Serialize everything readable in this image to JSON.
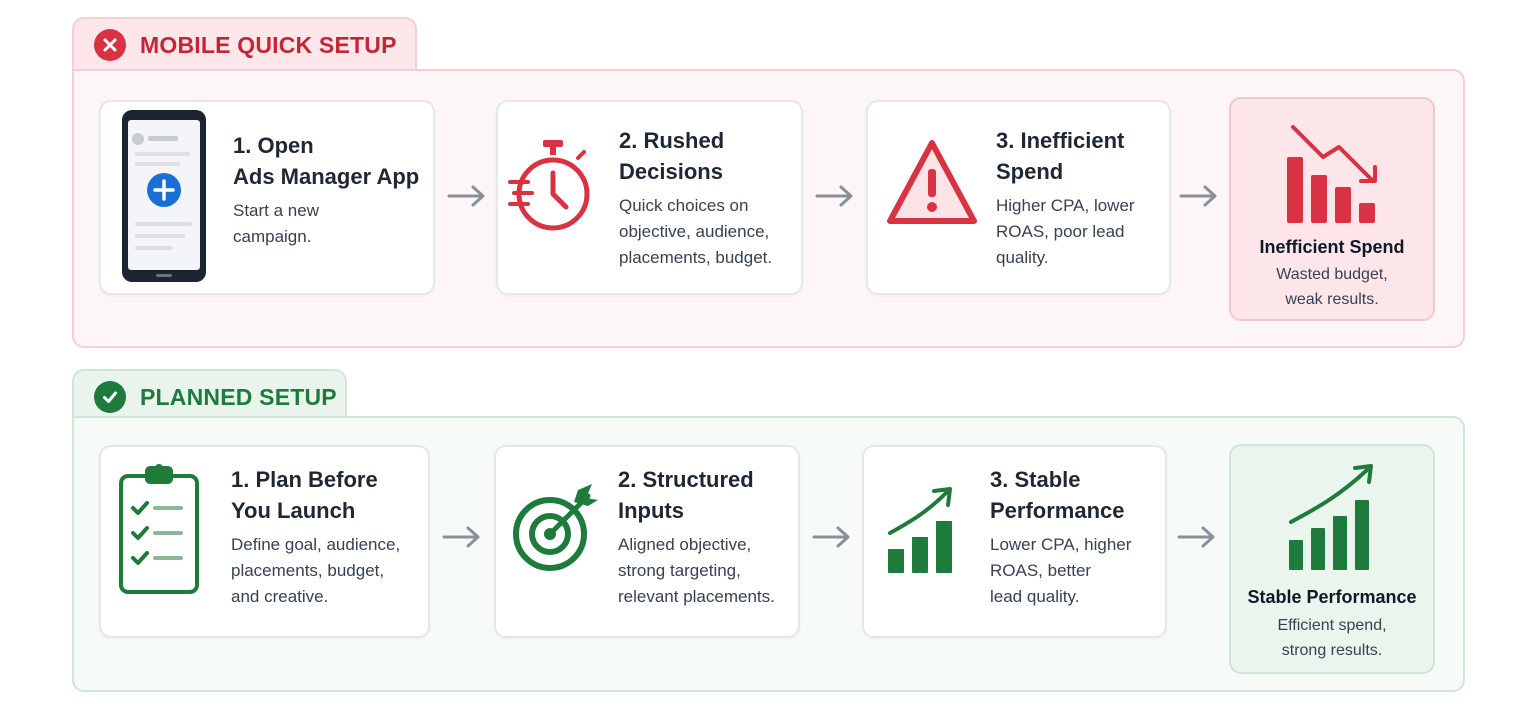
{
  "mobile": {
    "tab_label": "MOBILE QUICK SETUP",
    "steps": [
      {
        "title_line1": "1. Open",
        "title_line2": "Ads Manager App",
        "desc_line1": "Start a new",
        "desc_line2": "campaign.",
        "desc_line3": ""
      },
      {
        "title_line1": "2. Rushed",
        "title_line2": "Decisions",
        "desc_line1": "Quick choices on",
        "desc_line2": "objective, audience,",
        "desc_line3": "placements, budget."
      },
      {
        "title_line1": "3. Inefficient",
        "title_line2": "Spend",
        "desc_line1": "Higher CPA, lower",
        "desc_line2": "ROAS, poor lead",
        "desc_line3": "quality."
      }
    ],
    "result": {
      "title": "Inefficient Spend",
      "desc_line1": "Wasted budget,",
      "desc_line2": "weak results."
    }
  },
  "planned": {
    "tab_label": "PLANNED SETUP",
    "steps": [
      {
        "title_line1": "1. Plan Before",
        "title_line2": "You Launch",
        "desc_line1": "Define goal, audience,",
        "desc_line2": "placements, budget,",
        "desc_line3": "and creative."
      },
      {
        "title_line1": "2. Structured",
        "title_line2": "Inputs",
        "desc_line1": "Aligned objective,",
        "desc_line2": "strong targeting,",
        "desc_line3": "relevant placements."
      },
      {
        "title_line1": "3. Stable",
        "title_line2": "Performance",
        "desc_line1": "Lower CPA, higher",
        "desc_line2": "ROAS, better",
        "desc_line3": "lead quality."
      }
    ],
    "result": {
      "title": "Stable Performance",
      "desc_line1": "Efficient spend,",
      "desc_line2": "strong results."
    }
  },
  "colors": {
    "bad_red": "#d83342",
    "good_green": "#1e7b3c",
    "arrow_gray": "#8a909a",
    "phone_blue": "#1a6fd6"
  },
  "icons": {
    "mobile_badge": "x-circle-icon",
    "planned_badge": "check-circle-icon",
    "step_icons_mobile": [
      "smartphone-icon",
      "stopwatch-icon",
      "warning-triangle-icon"
    ],
    "step_icons_planned": [
      "clipboard-checklist-icon",
      "target-arrow-icon",
      "growth-chart-icon"
    ],
    "result_icons": [
      "declining-bar-chart-icon",
      "rising-bar-chart-icon"
    ]
  }
}
